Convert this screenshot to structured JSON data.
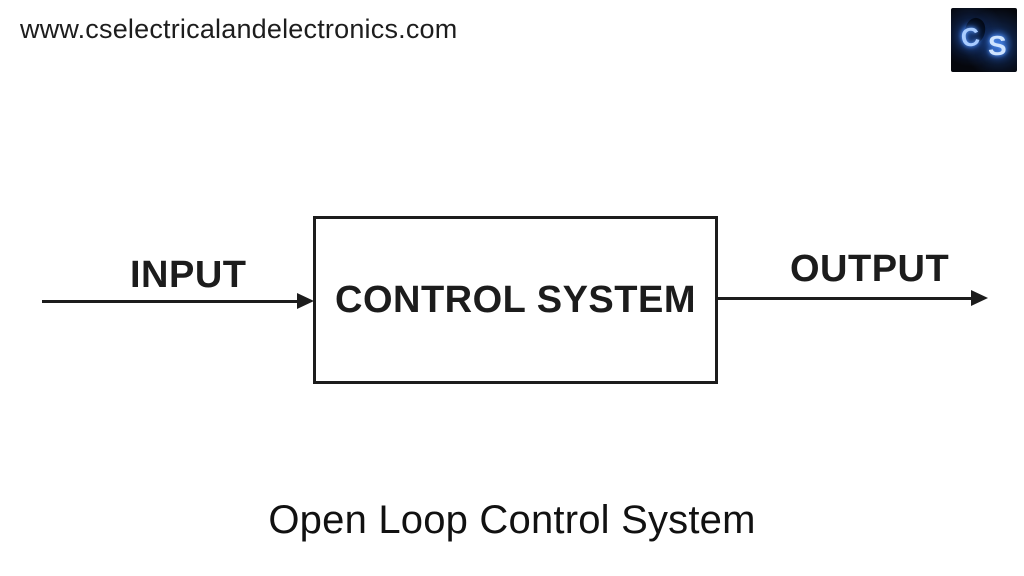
{
  "header": {
    "website_url": "www.cselectricalandelectronics.com",
    "logo": {
      "letter_c": "C",
      "letter_s": "S",
      "background_color": "#05070d",
      "glow_color": "#2f6fe0"
    }
  },
  "diagram": {
    "input_label": "INPUT",
    "block_label": "CONTROL SYSTEM",
    "output_label": "OUTPUT",
    "line_color": "#1c1c1c"
  },
  "caption": {
    "text": "Open Loop Control System"
  }
}
